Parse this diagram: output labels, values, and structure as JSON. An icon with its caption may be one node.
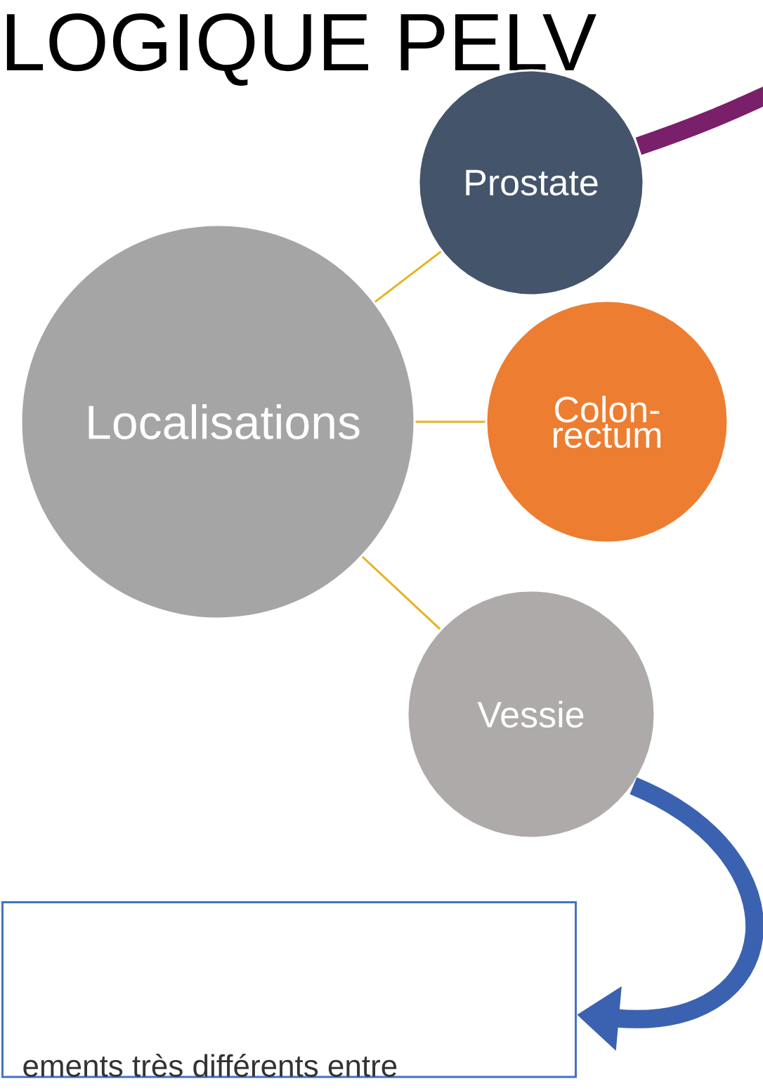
{
  "diagram": {
    "title": "LOGIQUE PELV",
    "nodes": [
      {
        "text": [
          "Localisations"
        ]
      },
      {
        "text": [
          "Prostate"
        ]
      },
      {
        "text": [
          "Colon- rectum"
        ]
      },
      {
        "text": [
          "Vessie"
        ]
      },
      {
        "text": [
          "ements très différents entre"
        ]
      }
    ],
    "edges": [
      {
        "from": 0,
        "to": 1,
        "arrow": "none"
      },
      {
        "from": 0,
        "to": 2,
        "arrow": "none"
      },
      {
        "from": 0,
        "to": 3,
        "arrow": "none"
      },
      {
        "from": 3,
        "to": 4,
        "arrow": "to",
        "style": "thick",
        "color": "#3a62b0"
      },
      {
        "from": 1,
        "to": null,
        "arrow": "none",
        "style": "thick",
        "color": "#7a1f6a"
      }
    ]
  }
}
